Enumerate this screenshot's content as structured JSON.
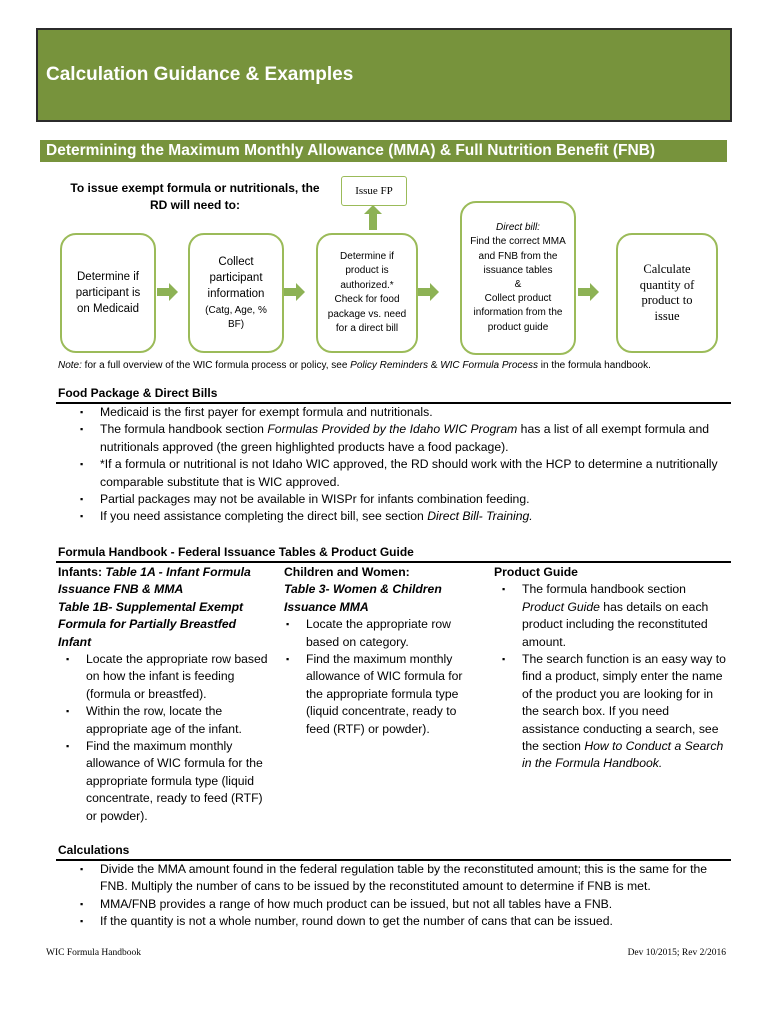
{
  "banner": {
    "title": "Calculation Guidance & Examples"
  },
  "section": {
    "title": "Determining the  Maximum Monthly Allowance (MMA) & Full Nutrition Benefit (FNB)"
  },
  "flow": {
    "intro": "To issue exempt formula or nutritionals, the RD will need to:",
    "issue_fp": "Issue FP",
    "step1": "Determine if participant is on Medicaid",
    "step2_a": "Collect participant information",
    "step2_b": "(Catg, Age, % BF)",
    "step3_a": "Determine if product is authorized.*",
    "step3_b": "Check for food package vs. need for a direct bill",
    "step4_title": "Direct bill:",
    "step4_a": "Find the correct MMA and FNB from the issuance tables",
    "step4_amp": "&",
    "step4_b": "Collect product information from the product guide",
    "step5": "Calculate quantity of product to issue"
  },
  "note": {
    "label": "Note:",
    "t1": " for a full overview of the WIC formula process or policy, see ",
    "i1": "Policy Reminders",
    "t2": " & ",
    "i2": "WIC Formula Process",
    "t3": " in the formula handbook."
  },
  "food_package": {
    "heading": "Food Package & Direct Bills",
    "b1": "Medicaid is the first payer for exempt formula and nutritionals.",
    "b2_a": "The formula handbook section ",
    "b2_i": "Formulas Provided by the Idaho WIC Program",
    "b2_b": " has a list of all exempt formula and nutritionals approved (the green highlighted products have a food package).",
    "b3": "*If a formula or nutritional is not Idaho WIC approved, the RD should work with the HCP to determine a nutritionally comparable substitute that is WIC approved.",
    "b4": "Partial packages may not be available in WISPr for infants combination feeding.",
    "b5_a": "If you need assistance completing the direct bill, see section ",
    "b5_i": "Direct Bill- Training."
  },
  "handbook": {
    "heading": "Formula Handbook - Federal Issuance Tables & Product Guide",
    "infants": {
      "h_a": "Infants:  ",
      "h_b": "Table 1A - Infant Formula Issuance FNB & MMA",
      "h_c": "Table 1B- Supplemental Exempt Formula for Partially Breastfed Infant",
      "b1": "Locate the appropriate row based on how the infant is feeding (formula or breastfed).",
      "b2": "Within the row, locate the appropriate age of the infant.",
      "b3": "Find the maximum monthly allowance of WIC formula for the appropriate formula type (liquid concentrate, ready to feed (RTF) or powder)."
    },
    "children": {
      "h_a": "Children and Women:",
      "h_b": "Table 3- Women & Children Issuance MMA",
      "b1": "Locate the appropriate row based on category.",
      "b2": "Find the maximum monthly allowance of WIC formula for the appropriate formula type (liquid concentrate, ready to feed (RTF) or powder)."
    },
    "product": {
      "h": "Product Guide",
      "b1_a": "The formula handbook section ",
      "b1_i": "Product Guide",
      "b1_b": " has details on each product including the reconstituted amount.",
      "b2_a": "The search function is an easy way to find a product, simply enter the name of the product you are looking for in the search box. If you need assistance conducting a search, see the section ",
      "b2_i": "How to Conduct a Search in the Formula Handbook."
    }
  },
  "calculations": {
    "heading": "Calculations",
    "b1": "Divide the MMA amount found in the federal regulation table by the reconstituted amount; this is the same for the FNB. Multiply the number of cans to be issued by the reconstituted amount to determine if FNB is met.",
    "b2": "MMA/FNB provides a range of how much product can be issued, but not all tables have a FNB.",
    "b3": "If the quantity is not a whole number, round down to get the number of cans that can be issued."
  },
  "footer": {
    "left": "WIC Formula Handbook",
    "right": "Dev 10/2015; Rev 2/2016"
  },
  "colors": {
    "banner_green": "#77933c",
    "box_border": "#9bbb59",
    "arrow": "#8db255"
  }
}
